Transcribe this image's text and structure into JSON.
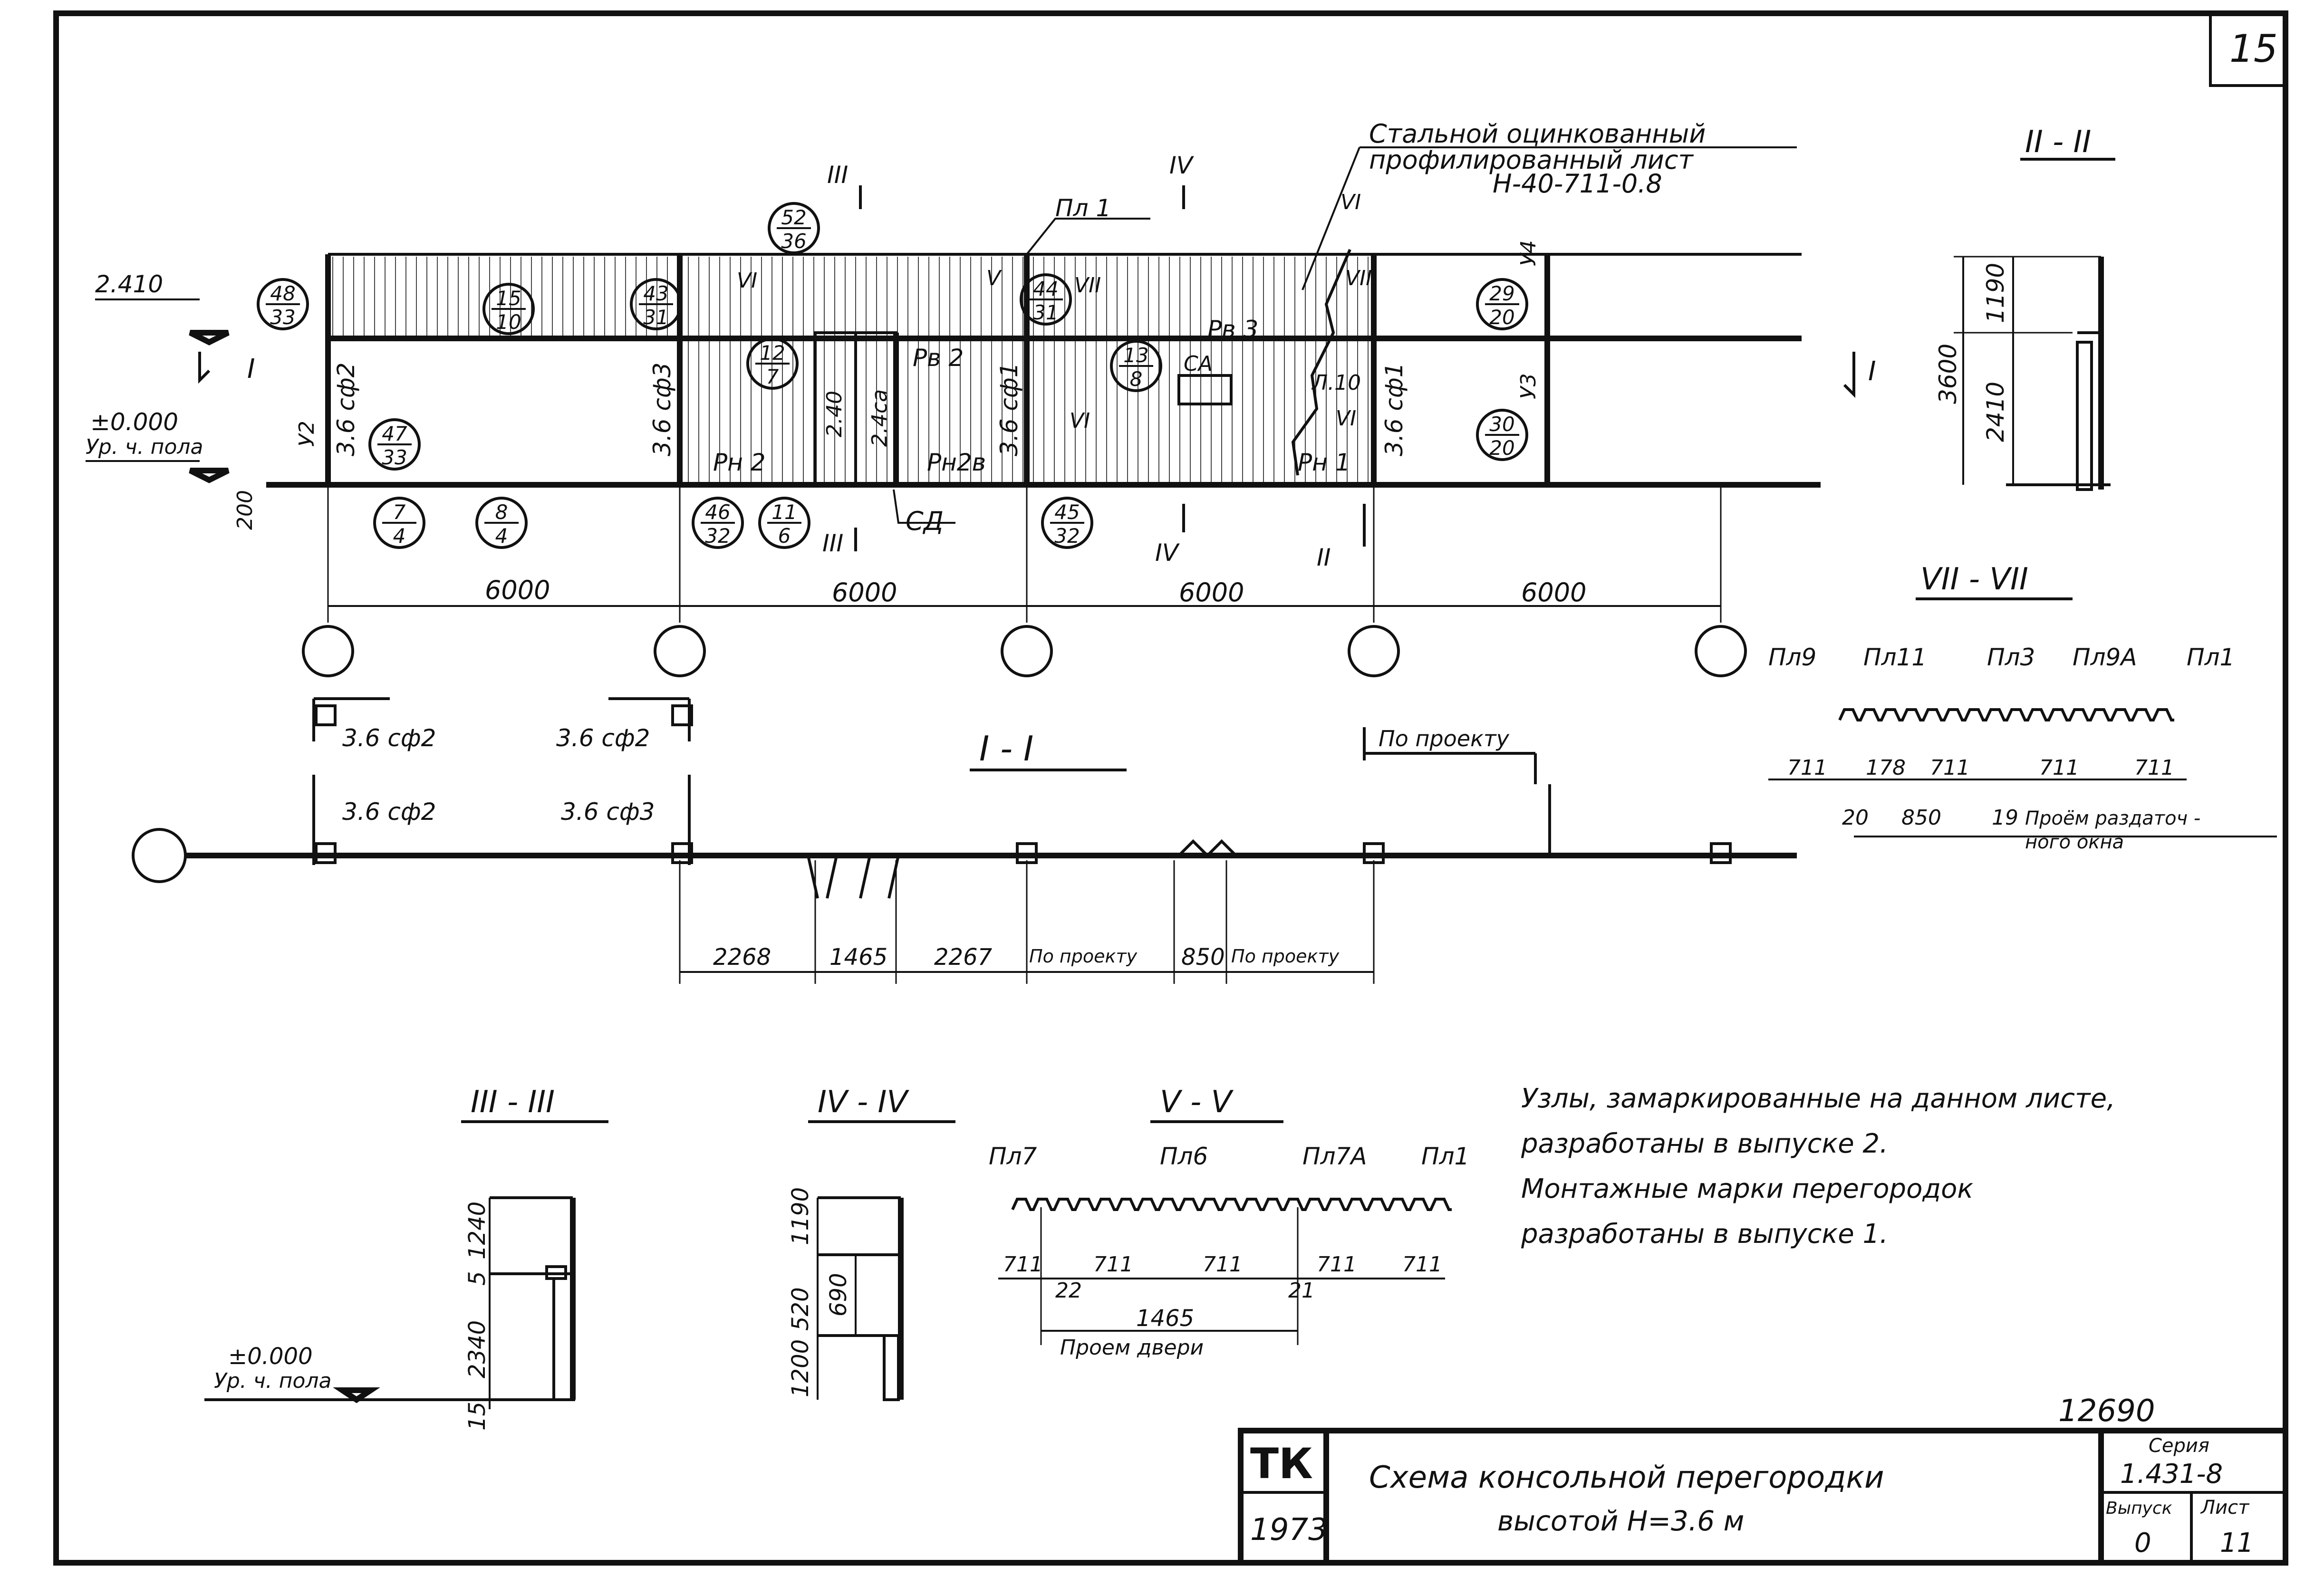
{
  "sheet_number": "15",
  "elevation": {
    "sheet_note": [
      "Стальной оцинкованный",
      "профилированный лист",
      "Н-40-711-0.8"
    ],
    "level_top": "2.410",
    "level_zero": "±0.000",
    "level_zero_sub": "Ур. ч. пола",
    "offset_200": "200",
    "wall_labels": [
      "Рн 2",
      "Рн2в",
      "Рв 2",
      "Рв 3",
      "Рн 1",
      "Пл 1",
      "СД",
      "СА",
      "Л.10"
    ],
    "column_marks": [
      "3.6 сф2",
      "3.6 сф3",
      "3.6 сф1",
      "3.6 сф1"
    ],
    "door_heights": [
      "2.40",
      "2.4са"
    ],
    "axis_marks": [
      "У2",
      "У3",
      "У4"
    ],
    "node_marks": [
      {
        "top": "48",
        "bottom": "33"
      },
      {
        "top": "15",
        "bottom": "10"
      },
      {
        "top": "43",
        "bottom": "31"
      },
      {
        "top": "52",
        "bottom": "36"
      },
      {
        "top": "12",
        "bottom": "7"
      },
      {
        "top": "44",
        "bottom": "31"
      },
      {
        "top": "13",
        "bottom": "8"
      },
      {
        "top": "29",
        "bottom": "20"
      },
      {
        "top": "30",
        "bottom": "20"
      },
      {
        "top": "47",
        "bottom": "33"
      },
      {
        "top": "7",
        "bottom": "4"
      },
      {
        "top": "8",
        "bottom": "4"
      },
      {
        "top": "46",
        "bottom": "32"
      },
      {
        "top": "11",
        "bottom": "6"
      },
      {
        "top": "45",
        "bottom": "32"
      }
    ],
    "section_marks": [
      "I",
      "II",
      "III",
      "IV",
      "V",
      "VI",
      "VII"
    ],
    "spans": [
      "6000",
      "6000",
      "6000",
      "6000"
    ]
  },
  "section_II": {
    "title": "II - II",
    "dims": [
      "3600",
      "1190",
      "2410"
    ]
  },
  "section_I": {
    "title": "I - I",
    "labels": [
      "3.6 сф2",
      "3.6 сф2",
      "3.6 сф2",
      "3.6 сф3",
      "По проекту"
    ],
    "dims": [
      "2268",
      "1465",
      "2267",
      "По проекту",
      "850",
      "По проекту"
    ]
  },
  "section_VII": {
    "title": "VII - VII",
    "panels": [
      "Пл9",
      "Пл11",
      "Пл3",
      "Пл9А",
      "Пл1"
    ],
    "dims_top": [
      "711",
      "178",
      "711",
      "711",
      "711"
    ],
    "dims_bottom": [
      "20",
      "850",
      "19"
    ],
    "note": [
      "Проём раздаточ -",
      "ного окна"
    ]
  },
  "section_III": {
    "title": "III - III",
    "dims": [
      "1240",
      "5",
      "2340",
      "15"
    ],
    "level": "±0.000",
    "level_sub": "Ур. ч. пола"
  },
  "section_IV": {
    "title": "IV - IV",
    "dims": [
      "1190",
      "520",
      "690",
      "1200"
    ]
  },
  "section_V": {
    "title": "V - V",
    "panels": [
      "Пл7",
      "Пл6",
      "Пл7А",
      "Пл1"
    ],
    "dims": [
      "711",
      "711",
      "711",
      "711",
      "711",
      "22",
      "21",
      "1465"
    ],
    "note": "Проем двери"
  },
  "notes": [
    "Узлы, замаркированные на данном листе,",
    "разработаны в выпуске 2.",
    "Монтажные марки перегородок",
    "разработаны в выпуске 1."
  ],
  "number_12690": "12690",
  "title_block": {
    "org": "ТК",
    "year": "1973",
    "title_line1": "Схема консольной перегородки",
    "title_line2": "высотой Н=3.6 м",
    "series_label": "Серия",
    "series": "1.431-8",
    "issue_label": "Выпуск",
    "issue": "0",
    "sheet_label": "Лист",
    "sheet": "11"
  }
}
